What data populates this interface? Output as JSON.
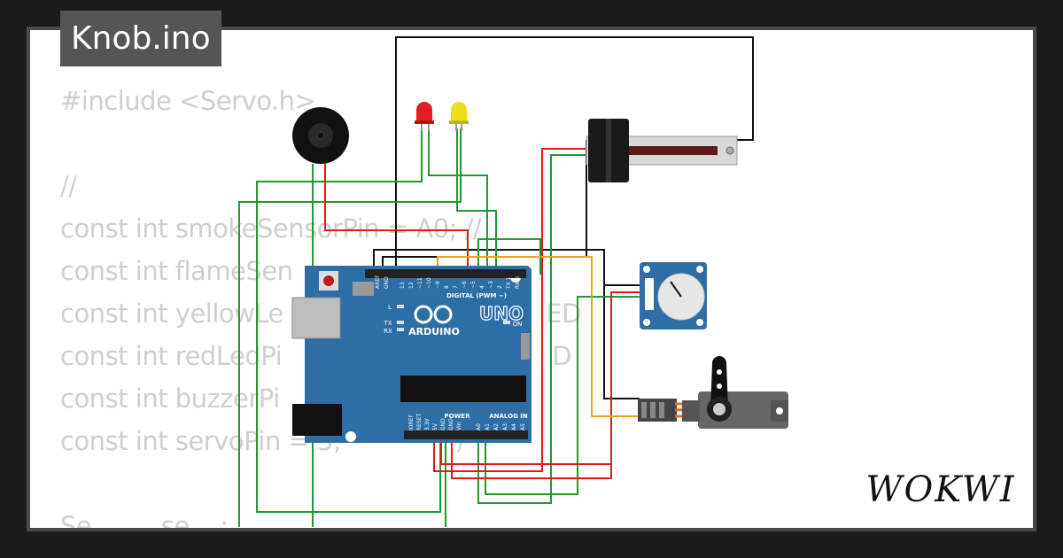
{
  "file": {
    "title": "Knob.ino"
  },
  "code_lines": [
    "#include <Servo.h>",
    "",
    "//",
    "const int smokeSensorPin = A0; //",
    "const int flameSen",
    "const int yellowLe                                  ED",
    "const int redLedPi                                   D",
    "const int buzzerPi",
    "const int servoPin = 5;               /",
    "",
    "Se         se    ;"
  ],
  "board": {
    "brand": "ARDUINO",
    "model": "UNO",
    "digital_label": "DIGITAL (PWM ~)",
    "power_label": "POWER",
    "analog_label": "ANALOG IN",
    "on_label": "ON",
    "l_label": "L",
    "tx_label": "TX",
    "rx_label": "RX",
    "aref_label": "AREF",
    "gnd_label": "GND",
    "ioref_label": "IOREF",
    "reset_label": "RESET",
    "v33_label": "3.3V",
    "v5_label": "5V",
    "vin_label": "Vin",
    "analog_pins": [
      "A0",
      "A1",
      "A2",
      "A3",
      "A4",
      "A5"
    ],
    "digital_pins": [
      "13",
      "12",
      "~11",
      "~10",
      "~9",
      "8",
      "7",
      "~6",
      "~5",
      "4",
      "~3",
      "2",
      "TX 1",
      "RX 0"
    ]
  },
  "brand": {
    "logo_text": "WOKWI"
  },
  "colors": {
    "wire_green": "#1f9a2e",
    "wire_red": "#e01b1b",
    "wire_black": "#111111",
    "wire_orange": "#f0a020",
    "board_blue": "#2e6ea6"
  }
}
